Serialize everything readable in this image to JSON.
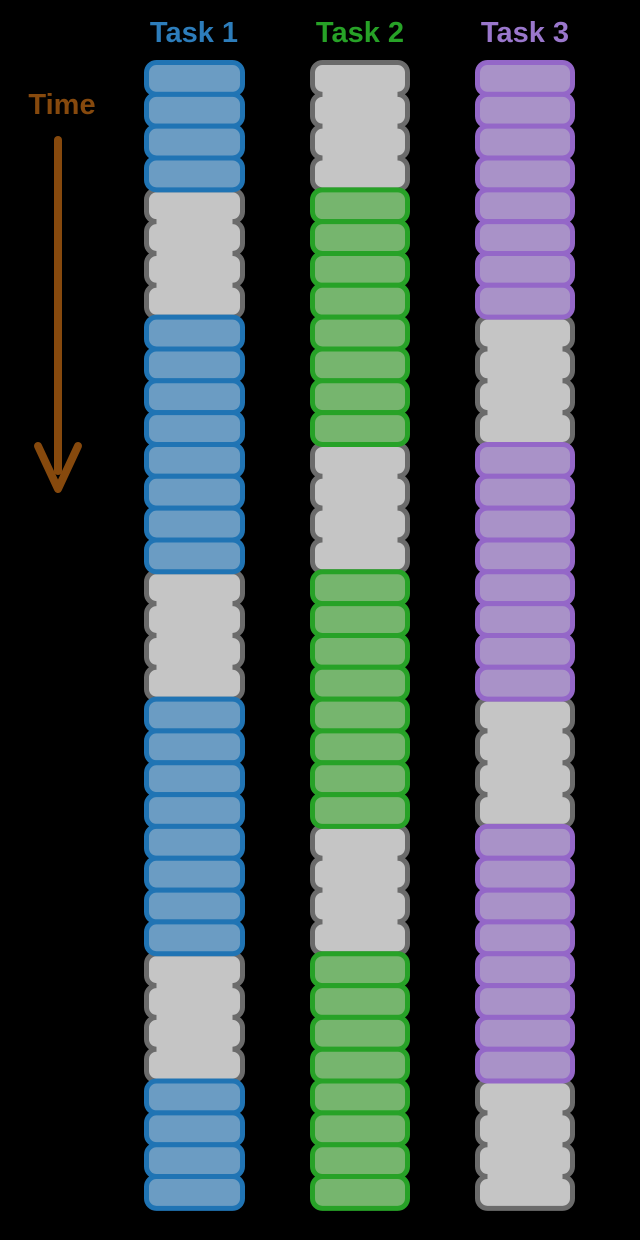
{
  "chart_data": {
    "type": "task-schedule-timeline",
    "orientation": "vertical",
    "unit_count": 36,
    "time_axis": {
      "label": "Time",
      "color": "#86490d"
    },
    "waiting_style": {
      "fill": "#c5c5c5",
      "border": "#6b6b6b"
    },
    "tasks": [
      {
        "name": "Task 1",
        "label_color": "#2d7dbb",
        "fill": "#6b9cc3",
        "border": "#2074b4",
        "segments": [
          {
            "state": "running",
            "units": 4
          },
          {
            "state": "waiting",
            "units": 4
          },
          {
            "state": "running",
            "units": 8
          },
          {
            "state": "waiting",
            "units": 4
          },
          {
            "state": "running",
            "units": 8
          },
          {
            "state": "waiting",
            "units": 4
          },
          {
            "state": "running",
            "units": 4
          }
        ]
      },
      {
        "name": "Task 2",
        "label_color": "#27a227",
        "fill": "#76b56e",
        "border": "#27a227",
        "segments": [
          {
            "state": "waiting",
            "units": 4
          },
          {
            "state": "running",
            "units": 8
          },
          {
            "state": "waiting",
            "units": 4
          },
          {
            "state": "running",
            "units": 8
          },
          {
            "state": "waiting",
            "units": 4
          },
          {
            "state": "running",
            "units": 8
          }
        ]
      },
      {
        "name": "Task 3",
        "label_color": "#9a77cc",
        "fill": "#a992c8",
        "border": "#9467c8",
        "segments": [
          {
            "state": "running",
            "units": 8
          },
          {
            "state": "waiting",
            "units": 4
          },
          {
            "state": "running",
            "units": 8
          },
          {
            "state": "waiting",
            "units": 4
          },
          {
            "state": "running",
            "units": 8
          },
          {
            "state": "waiting",
            "units": 4
          }
        ]
      }
    ]
  }
}
